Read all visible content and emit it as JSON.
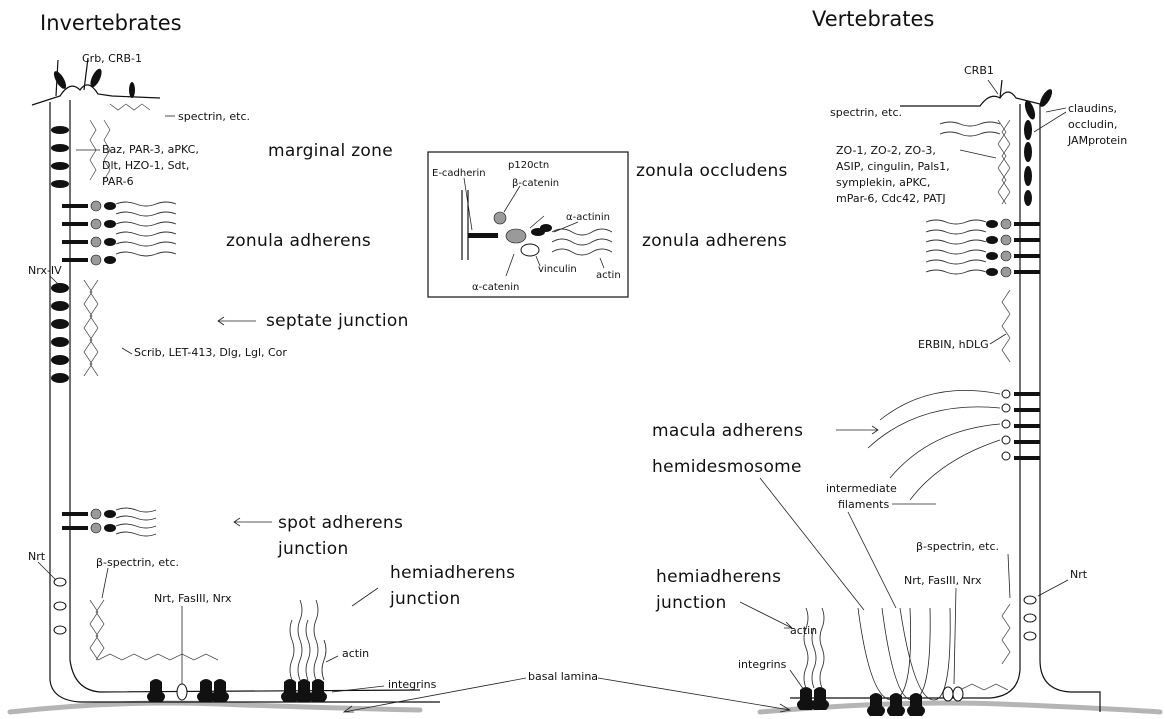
{
  "titles": {
    "invertebrates": "Invertebrates",
    "vertebrates": "Vertebrates"
  },
  "zones": {
    "marginal_zone": "marginal zone",
    "zonula_occludens": "zonula occludens",
    "zonula_adherens_left": "zonula adherens",
    "zonula_adherens_right": "zonula adherens",
    "septate_junction": "septate junction",
    "macula_adherens": "macula adherens",
    "hemidesmosome": "hemidesmosome",
    "spot_adherens_1": "spot adherens",
    "spot_adherens_2": "junction",
    "hemiadherens_left_1": "hemiadherens",
    "hemiadherens_left_2": "junction",
    "hemiadherens_right_1": "hemiadherens",
    "hemiadherens_right_2": "junction"
  },
  "left_labels": {
    "crb": "Crb, CRB-1",
    "spectrin": "spectrin, etc.",
    "baz_1": "Baz, PAR-3, aPKC,",
    "baz_2": "Dlt, HZO-1, Sdt,",
    "baz_3": "PAR-6",
    "nrx_iv": "Nrx-IV",
    "scrib": "Scrib, LET-413, Dlg, Lgl, Cor",
    "nrt": "Nrt",
    "beta_spectrin": "β-spectrin, etc.",
    "nrt_fasiii": "Nrt, FasIII, Nrx",
    "actin": "actin",
    "integrins": "integrins"
  },
  "right_labels": {
    "crb1": "CRB1",
    "spectrin": "spectrin, etc.",
    "claudins_1": "claudins,",
    "claudins_2": "occludin,",
    "claudins_3": "JAMprotein",
    "zo_1": "ZO-1, ZO-2, ZO-3,",
    "zo_2": "ASIP, cingulin, Pals1,",
    "zo_3": "symplekin, aPKC,",
    "zo_4": "mPar-6, Cdc42, PATJ",
    "erbin": "ERBIN, hDLG",
    "intermediate_1": "intermediate",
    "intermediate_2": "filaments",
    "beta_spectrin": "β-spectrin, etc.",
    "nrt": "Nrt",
    "nrt_fasiii": "Nrt, FasIII, Nrx",
    "actin": "actin",
    "integrins": "integrins"
  },
  "inset": {
    "e_cadherin": "E-cadherin",
    "p120ctn": "p120ctn",
    "beta_catenin": "β-catenin",
    "alpha_actinin": "α-actinin",
    "vinculin": "vinculin",
    "actin": "actin",
    "alpha_catenin": "α-catenin"
  },
  "basal_lamina": "basal lamina"
}
